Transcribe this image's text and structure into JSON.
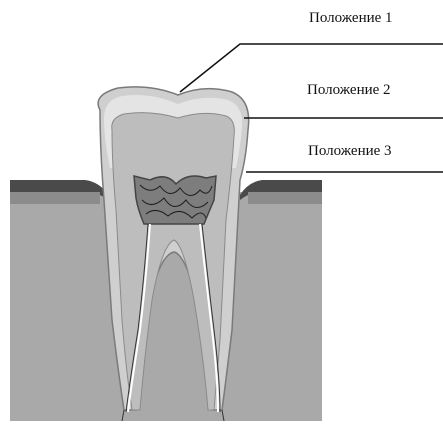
{
  "labels": {
    "position_1": "Положение 1",
    "position_2": "Положение 2",
    "position_3": "Положение 3"
  },
  "colors": {
    "gum_tissue": "#a9a9a9",
    "gum_outline": "#4a4a4a",
    "enamel": "#d4d4d4",
    "dentin": "#b8b8b8",
    "pulp": "#9c9c9c",
    "canal": "#ffffff",
    "leader_line": "#111111"
  }
}
